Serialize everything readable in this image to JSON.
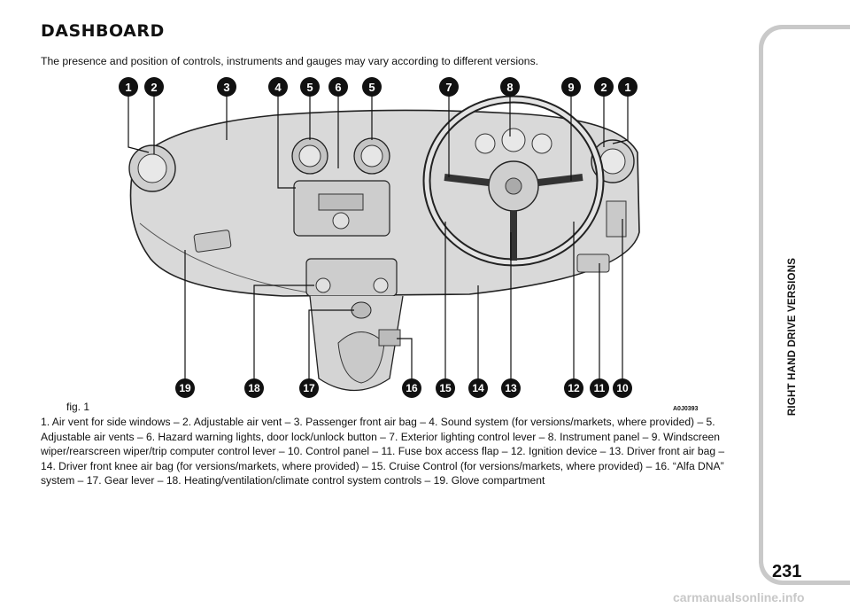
{
  "page": {
    "heading": "DASHBOARD",
    "intro": "The presence and position of controls, instruments and gauges may vary according to different versions.",
    "figure_label": "fig. 1",
    "figure_code": "A0J0393",
    "caption": "1. Air vent for side windows – 2. Adjustable air vent – 3. Passenger front air bag – 4. Sound system (for versions/markets, where provided) – 5. Adjustable air vents – 6. Hazard warning lights, door lock/unlock button – 7. Exterior lighting control lever – 8. Instrument panel – 9. Windscreen wiper/rearscreen wiper/trip computer control lever – 10. Control panel – 11. Fuse box access flap – 12. Ignition device – 13. Driver front air bag – 14. Driver front knee air bag (for versions/markets, where provided) – 15. Cruise Control (for versions/markets, where provided) – 16. “Alfa DNA” system – 17. Gear lever – 18. Heating/ventilation/climate control system controls – 19. Glove compartment",
    "side_tab": "RIGHT HAND DRIVE VERSIONS",
    "page_number": "231",
    "watermark": "carmanualsonline.info"
  },
  "callouts": {
    "top": [
      "1",
      "2",
      "3",
      "4",
      "5",
      "6",
      "5",
      "7",
      "8",
      "9",
      "2",
      "1"
    ],
    "bottom": [
      "19",
      "18",
      "17",
      "16",
      "15",
      "14",
      "13",
      "12",
      "11",
      "10"
    ]
  }
}
